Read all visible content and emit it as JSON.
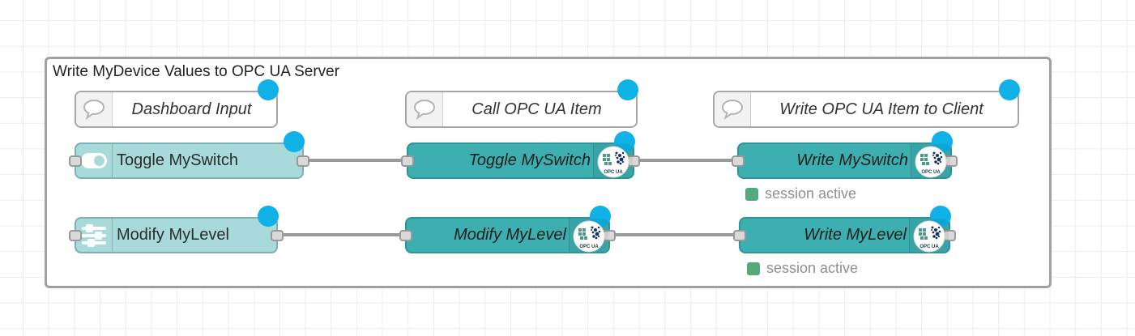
{
  "group": {
    "title": "Write MyDevice Values to OPC UA Server"
  },
  "nodes": {
    "comment_dashboard": {
      "label": "Dashboard Input",
      "type": "comment"
    },
    "comment_call": {
      "label": "Call OPC UA Item",
      "type": "comment"
    },
    "comment_write": {
      "label": "Write OPC UA Item to Client",
      "type": "comment"
    },
    "toggle_ui": {
      "label": "Toggle MySwitch",
      "type": "ui-switch"
    },
    "modify_ui": {
      "label": "Modify MyLevel",
      "type": "ui-slider"
    },
    "toggle_opc": {
      "label": "Toggle MySwitch",
      "type": "opcua"
    },
    "modify_opc": {
      "label": "Modify MyLevel",
      "type": "opcua"
    },
    "write_switch": {
      "label": "Write MySwitch",
      "type": "opcua",
      "status": "session active"
    },
    "write_level": {
      "label": "Write MyLevel",
      "type": "opcua",
      "status": "session active"
    }
  },
  "badges": {
    "opcua_label": "OPC UA"
  },
  "icons": {
    "comment": "speech-bubble-icon",
    "toggle_ui": "toggle-switch-icon",
    "modify_ui": "sliders-icon",
    "opcua": "opc-ua-logo-icon",
    "changed": "changed-blue-dot"
  },
  "colors": {
    "node_light_teal": "#a9dadb",
    "node_dark_teal": "#3dafb0",
    "changed_badge_blue": "#0fb1e6",
    "status_green": "#55aa7d",
    "wire_gray": "#999999",
    "group_border": "#a0a0a0",
    "grid_line": "#ececec"
  }
}
